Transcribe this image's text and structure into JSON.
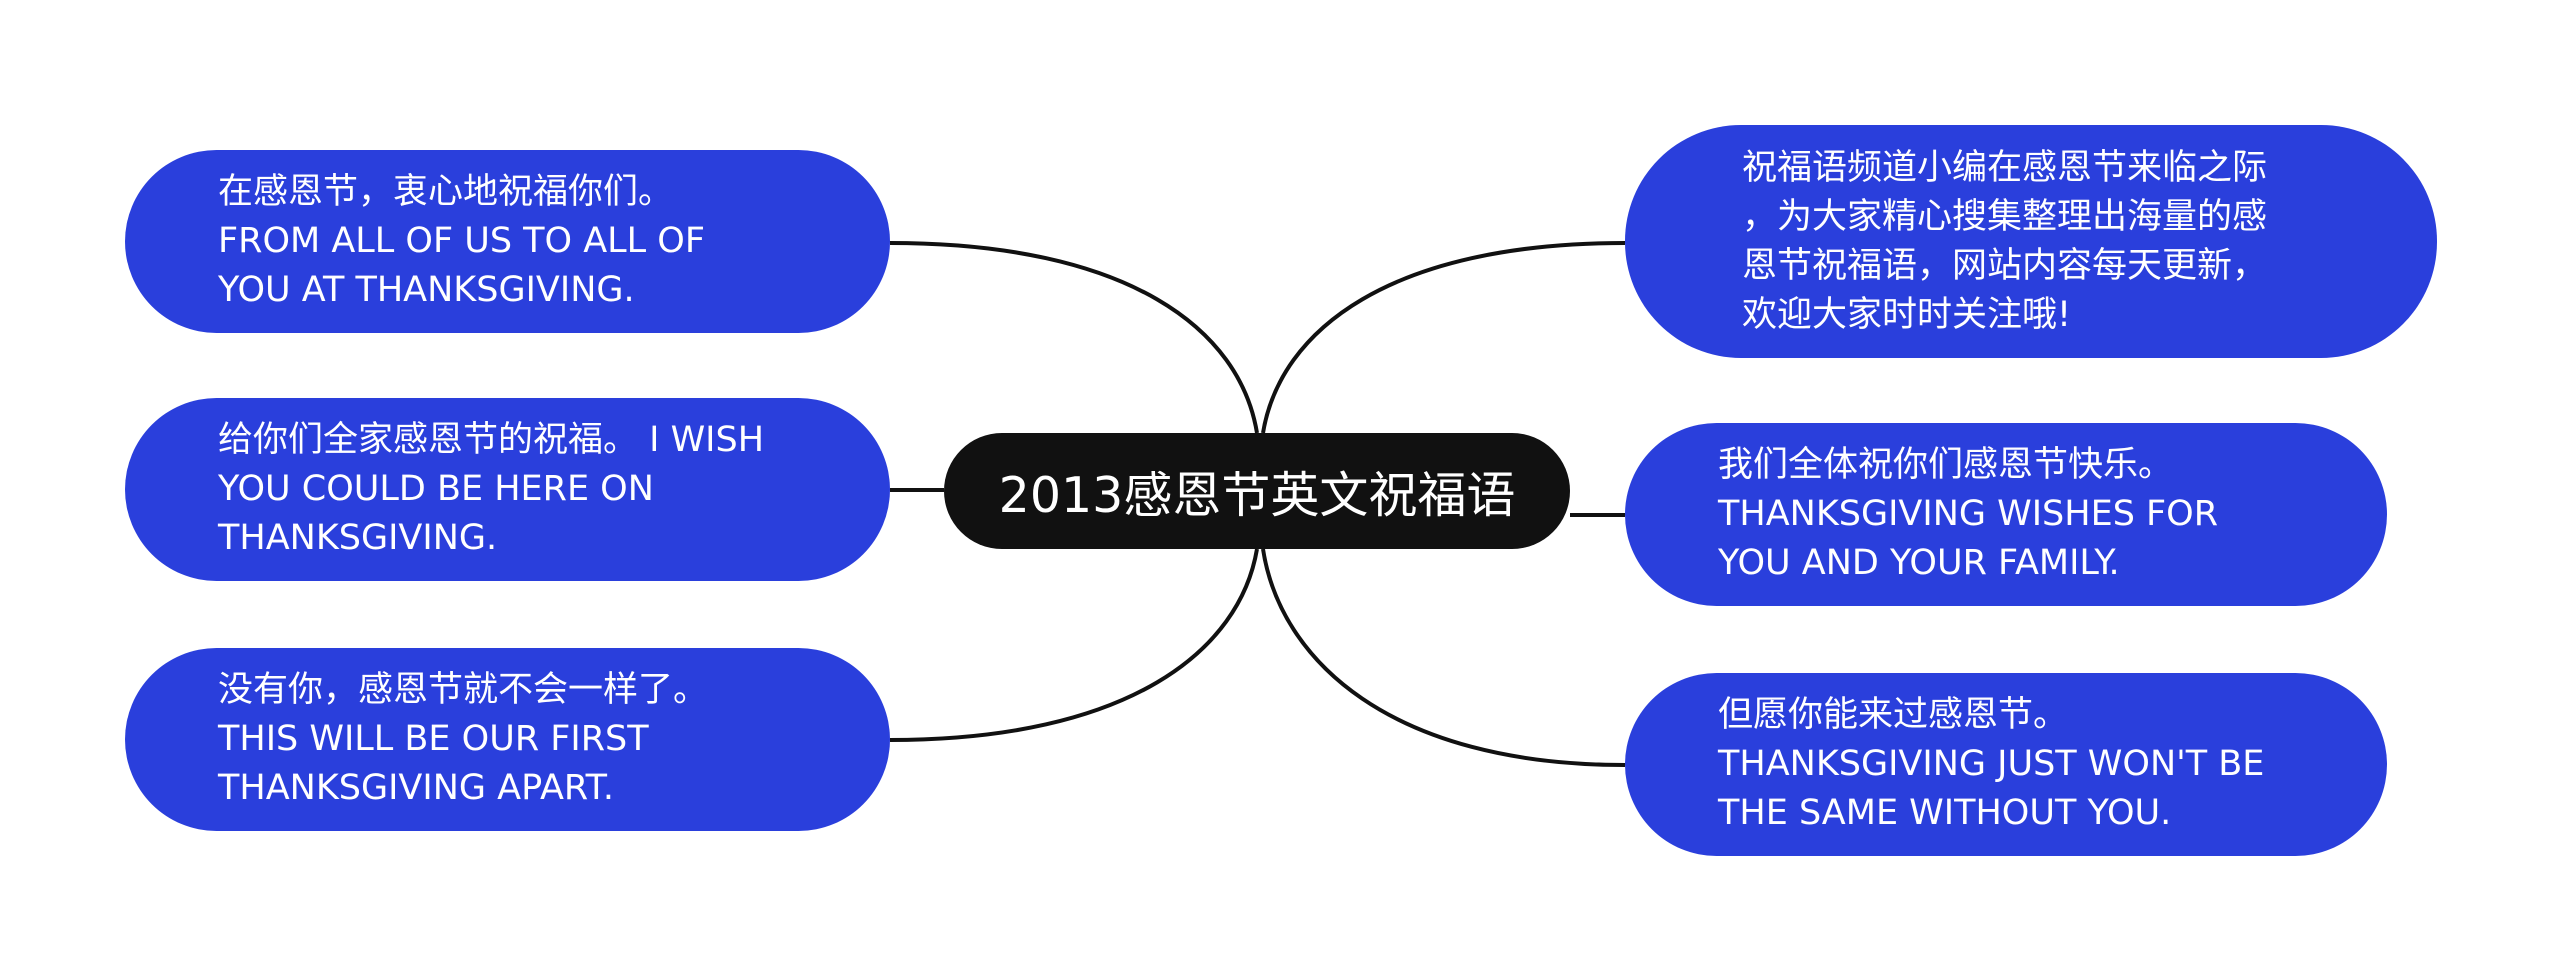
{
  "mindmap": {
    "center": {
      "label": "2013感恩节英文祝福语"
    },
    "left_nodes": [
      {
        "text": "在感恩节，衷心地祝福你们。\nFROM ALL OF US TO ALL OF\nYOU AT THANKSGIVING."
      },
      {
        "text": "给你们全家感恩节的祝福。 I WISH\n YOU COULD BE HERE ON\nTHANKSGIVING."
      },
      {
        "text": "没有你，感恩节就不会一样了。\nTHIS WILL BE OUR FIRST\nTHANKSGIVING APART."
      }
    ],
    "right_nodes": [
      {
        "text": "祝福语频道小编在感恩节来临之际\n，为大家精心搜集整理出海量的感\n恩节祝福语，网站内容每天更新，\n欢迎大家时时关注哦!"
      },
      {
        "text": "我们全体祝你们感恩节快乐。\nTHANKSGIVING WISHES FOR\nYOU AND YOUR FAMILY."
      },
      {
        "text": "但愿你能来过感恩节。\nTHANKSGIVING JUST WON'T BE\n THE SAME WITHOUT YOU."
      }
    ]
  },
  "colors": {
    "node_fill": "#2a3fdc",
    "center_fill": "#111111",
    "connector": "#111111",
    "text": "#ffffff"
  }
}
